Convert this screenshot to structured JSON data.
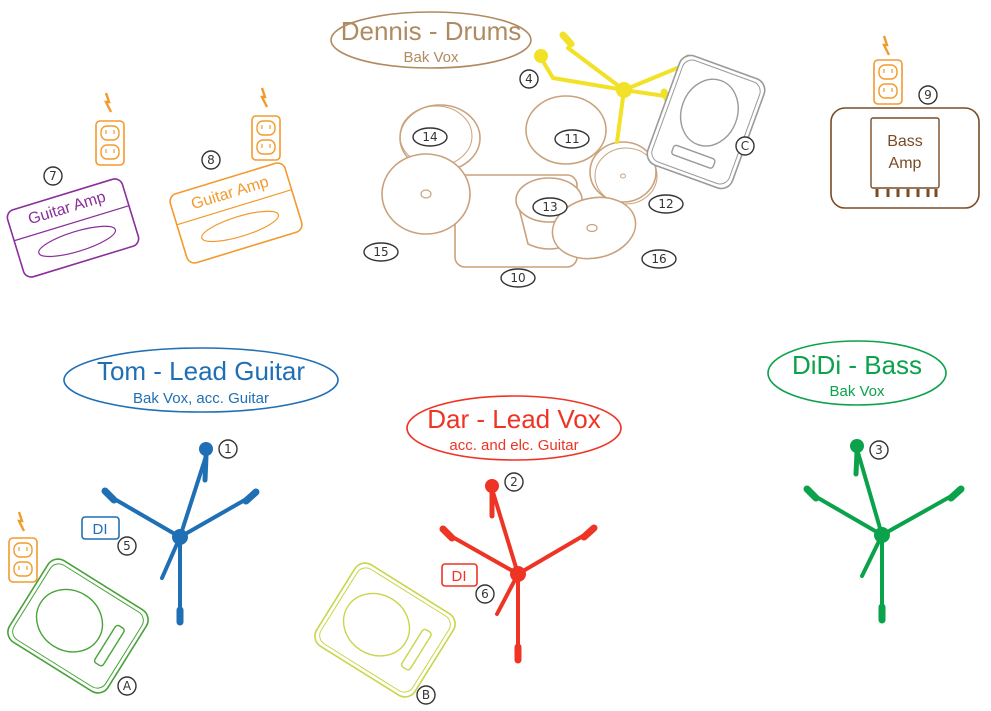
{
  "colors": {
    "tom": "#1f6fb5",
    "dar": "#ee3424",
    "didi": "#0aa24a",
    "dennis": "#b08a60",
    "drums": "#c9a27d",
    "boom": "#f1e127",
    "purple": "#8a2f9c",
    "orange": "#f39a2c",
    "brown": "#7a4b25",
    "green": "#4aa23a",
    "lime": "#c9d54a",
    "gray": "#9a9a9a",
    "number": "#333333"
  },
  "performers": {
    "dennis": {
      "name": "Dennis - Drums",
      "sub": "Bak Vox"
    },
    "tom": {
      "name": "Tom - Lead Guitar",
      "sub": "Bak Vox, acc. Guitar"
    },
    "dar": {
      "name": "Dar - Lead Vox",
      "sub": "acc. and elc. Guitar"
    },
    "didi": {
      "name": "DiDi - Bass",
      "sub": "Bak Vox"
    }
  },
  "amps": {
    "guitar_amp_purple": "Guitar Amp",
    "guitar_amp_orange": "Guitar Amp",
    "bass_amp_line1": "Bass",
    "bass_amp_line2": "Amp"
  },
  "di_boxes": {
    "tom": "DI",
    "dar": "DI"
  },
  "channels": {
    "mic_tom": "1",
    "mic_dar": "2",
    "mic_didi": "3",
    "mic_drums": "4",
    "di_tom": "5",
    "di_dar": "6",
    "guitar_amp_purple": "7",
    "guitar_amp_orange": "8",
    "bass_amp": "9",
    "kick": "10",
    "tom_high": "11",
    "floor_tom": "12",
    "snare": "13",
    "hihat": "14",
    "crash": "15",
    "ride": "16"
  },
  "monitors": {
    "a": "A",
    "b": "B",
    "c": "C"
  }
}
